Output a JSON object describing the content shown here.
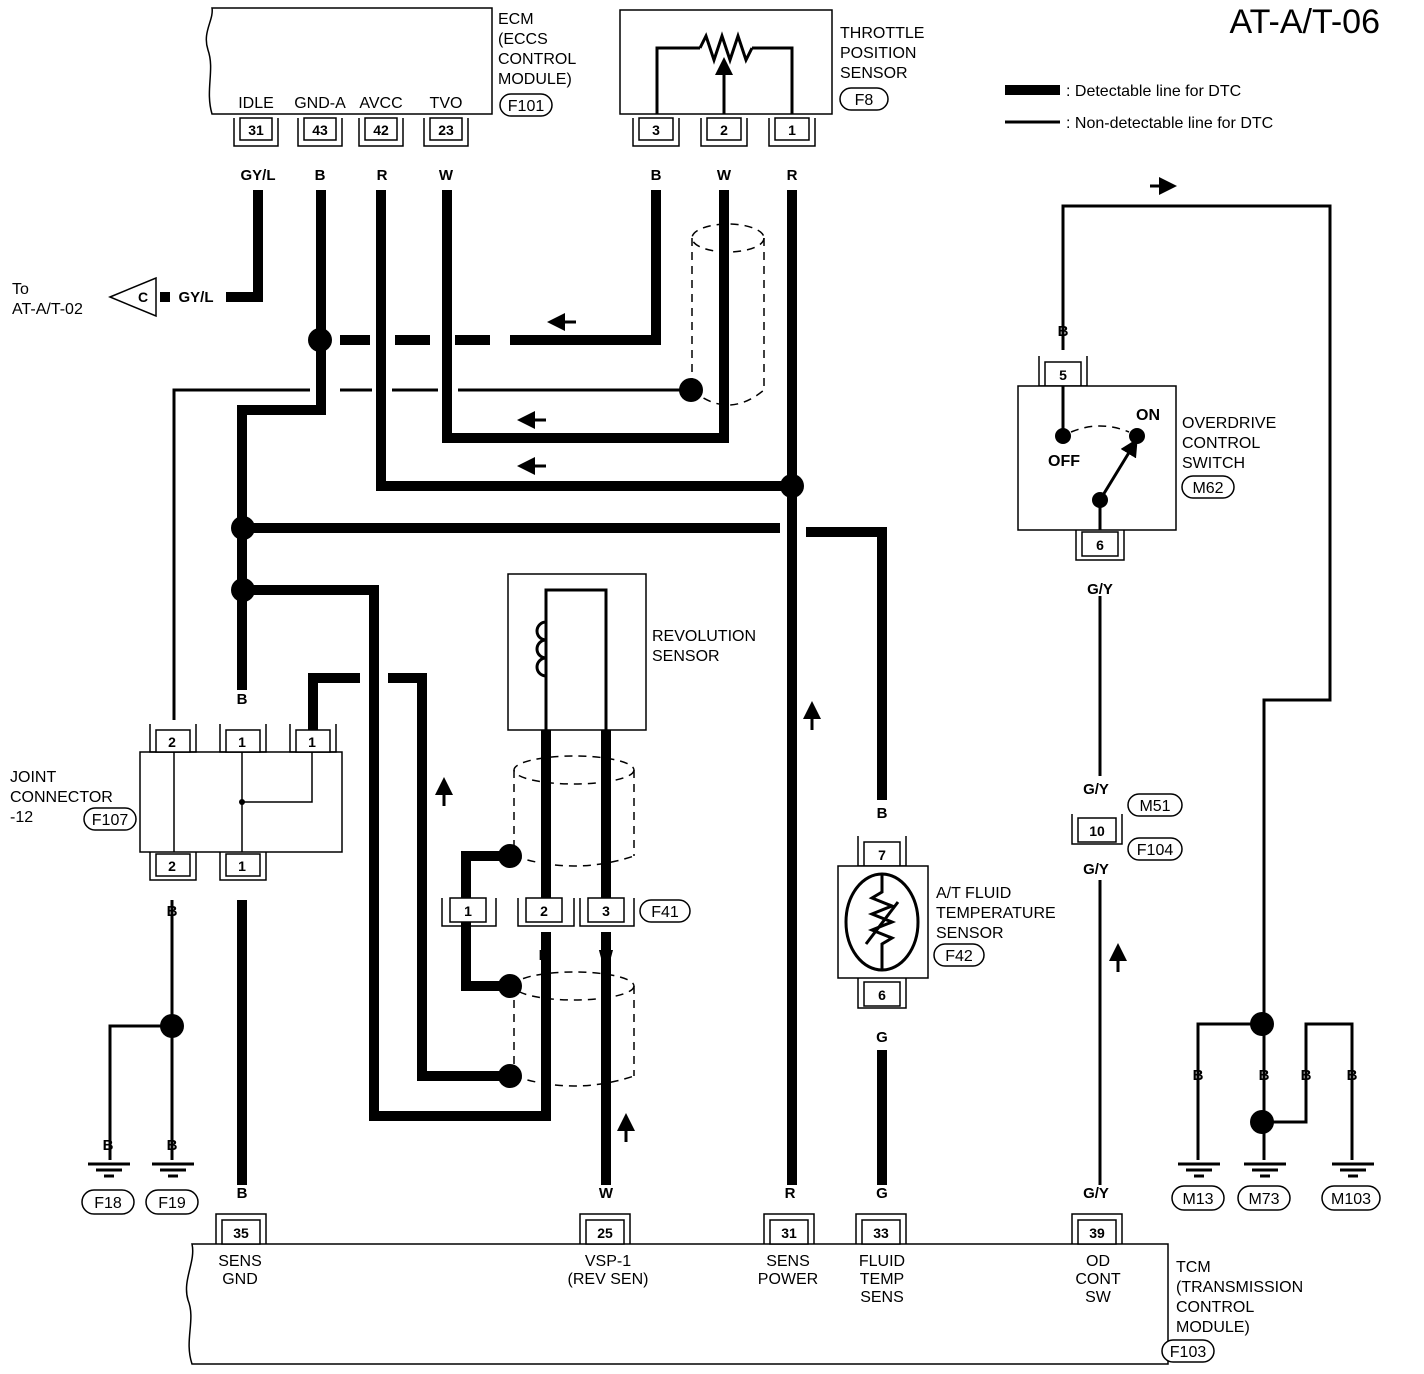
{
  "page": {
    "code": "AT-A/T-06"
  },
  "legend": {
    "detectable": ": Detectable line for DTC",
    "non_detectable": ": Non-detectable line for DTC"
  },
  "ecm": {
    "lines": [
      "ECM",
      "(ECCS",
      "CONTROL",
      "MODULE)"
    ],
    "connector": "F101",
    "terminals": [
      {
        "name": "IDLE",
        "pin": "31",
        "wire": "GY/L"
      },
      {
        "name": "GND-A",
        "pin": "43",
        "wire": "B"
      },
      {
        "name": "AVCC",
        "pin": "42",
        "wire": "R"
      },
      {
        "name": "TVO",
        "pin": "23",
        "wire": "W"
      }
    ]
  },
  "tps": {
    "lines": [
      "THROTTLE",
      "POSITION",
      "SENSOR"
    ],
    "connector": "F8",
    "terminals": [
      {
        "pin": "3",
        "wire": "B"
      },
      {
        "pin": "2",
        "wire": "W"
      },
      {
        "pin": "1",
        "wire": "R"
      }
    ]
  },
  "to_ref": {
    "lines": [
      "To",
      "AT-A/T-02"
    ],
    "letter": "C",
    "wire": "GY/L"
  },
  "joint": {
    "lines": [
      "JOINT",
      "CONNECTOR",
      "-12"
    ],
    "connector": "F107",
    "top_pins": [
      "2",
      "1",
      "1"
    ],
    "bottom_pins": [
      "2",
      "1"
    ],
    "top_wire": "B",
    "bottom_wires": [
      "B",
      "B"
    ]
  },
  "revolution": {
    "lines": [
      "REVOLUTION",
      "SENSOR"
    ],
    "connector": "F41",
    "pins": [
      "1",
      "2",
      "3"
    ],
    "wires": [
      "B",
      "W"
    ]
  },
  "fluid": {
    "lines": [
      "A/T FLUID",
      "TEMPERATURE",
      "SENSOR"
    ],
    "connector": "F42",
    "pins": [
      "7",
      "6"
    ],
    "wires": [
      "B",
      "G"
    ]
  },
  "od_switch": {
    "lines": [
      "OVERDRIVE",
      "CONTROL",
      "SWITCH"
    ],
    "connector": "M62",
    "pins": [
      "5",
      "6"
    ],
    "wires": [
      "B",
      "G/Y"
    ],
    "on": "ON",
    "off": "OFF"
  },
  "inline": {
    "pin": "10",
    "connectors": [
      "M51",
      "F104"
    ],
    "wires": [
      "G/Y",
      "G/Y"
    ]
  },
  "grounds": {
    "left": [
      {
        "id": "F18",
        "wire": "B"
      },
      {
        "id": "F19",
        "wire": "B"
      }
    ],
    "right": [
      {
        "id": "M13",
        "wire": "B"
      },
      {
        "id": "M73",
        "wire": "B"
      },
      {
        "id": "M103",
        "wire": "B"
      }
    ],
    "extra_wire": "B"
  },
  "tcm": {
    "lines": [
      "TCM",
      "(TRANSMISSION",
      "CONTROL",
      "MODULE)"
    ],
    "connector": "F103",
    "terminals": [
      {
        "pin": "35",
        "wire": "B",
        "label": [
          "SENS",
          "GND"
        ]
      },
      {
        "pin": "25",
        "wire": "W",
        "label": [
          "VSP-1",
          "(REV SEN)"
        ]
      },
      {
        "pin": "31",
        "wire": "R",
        "label": [
          "SENS",
          "POWER"
        ]
      },
      {
        "pin": "33",
        "wire": "G",
        "label": [
          "FLUID",
          "TEMP",
          "SENS"
        ]
      },
      {
        "pin": "39",
        "wire": "G/Y",
        "label": [
          "OD",
          "CONT",
          "SW"
        ]
      }
    ]
  }
}
